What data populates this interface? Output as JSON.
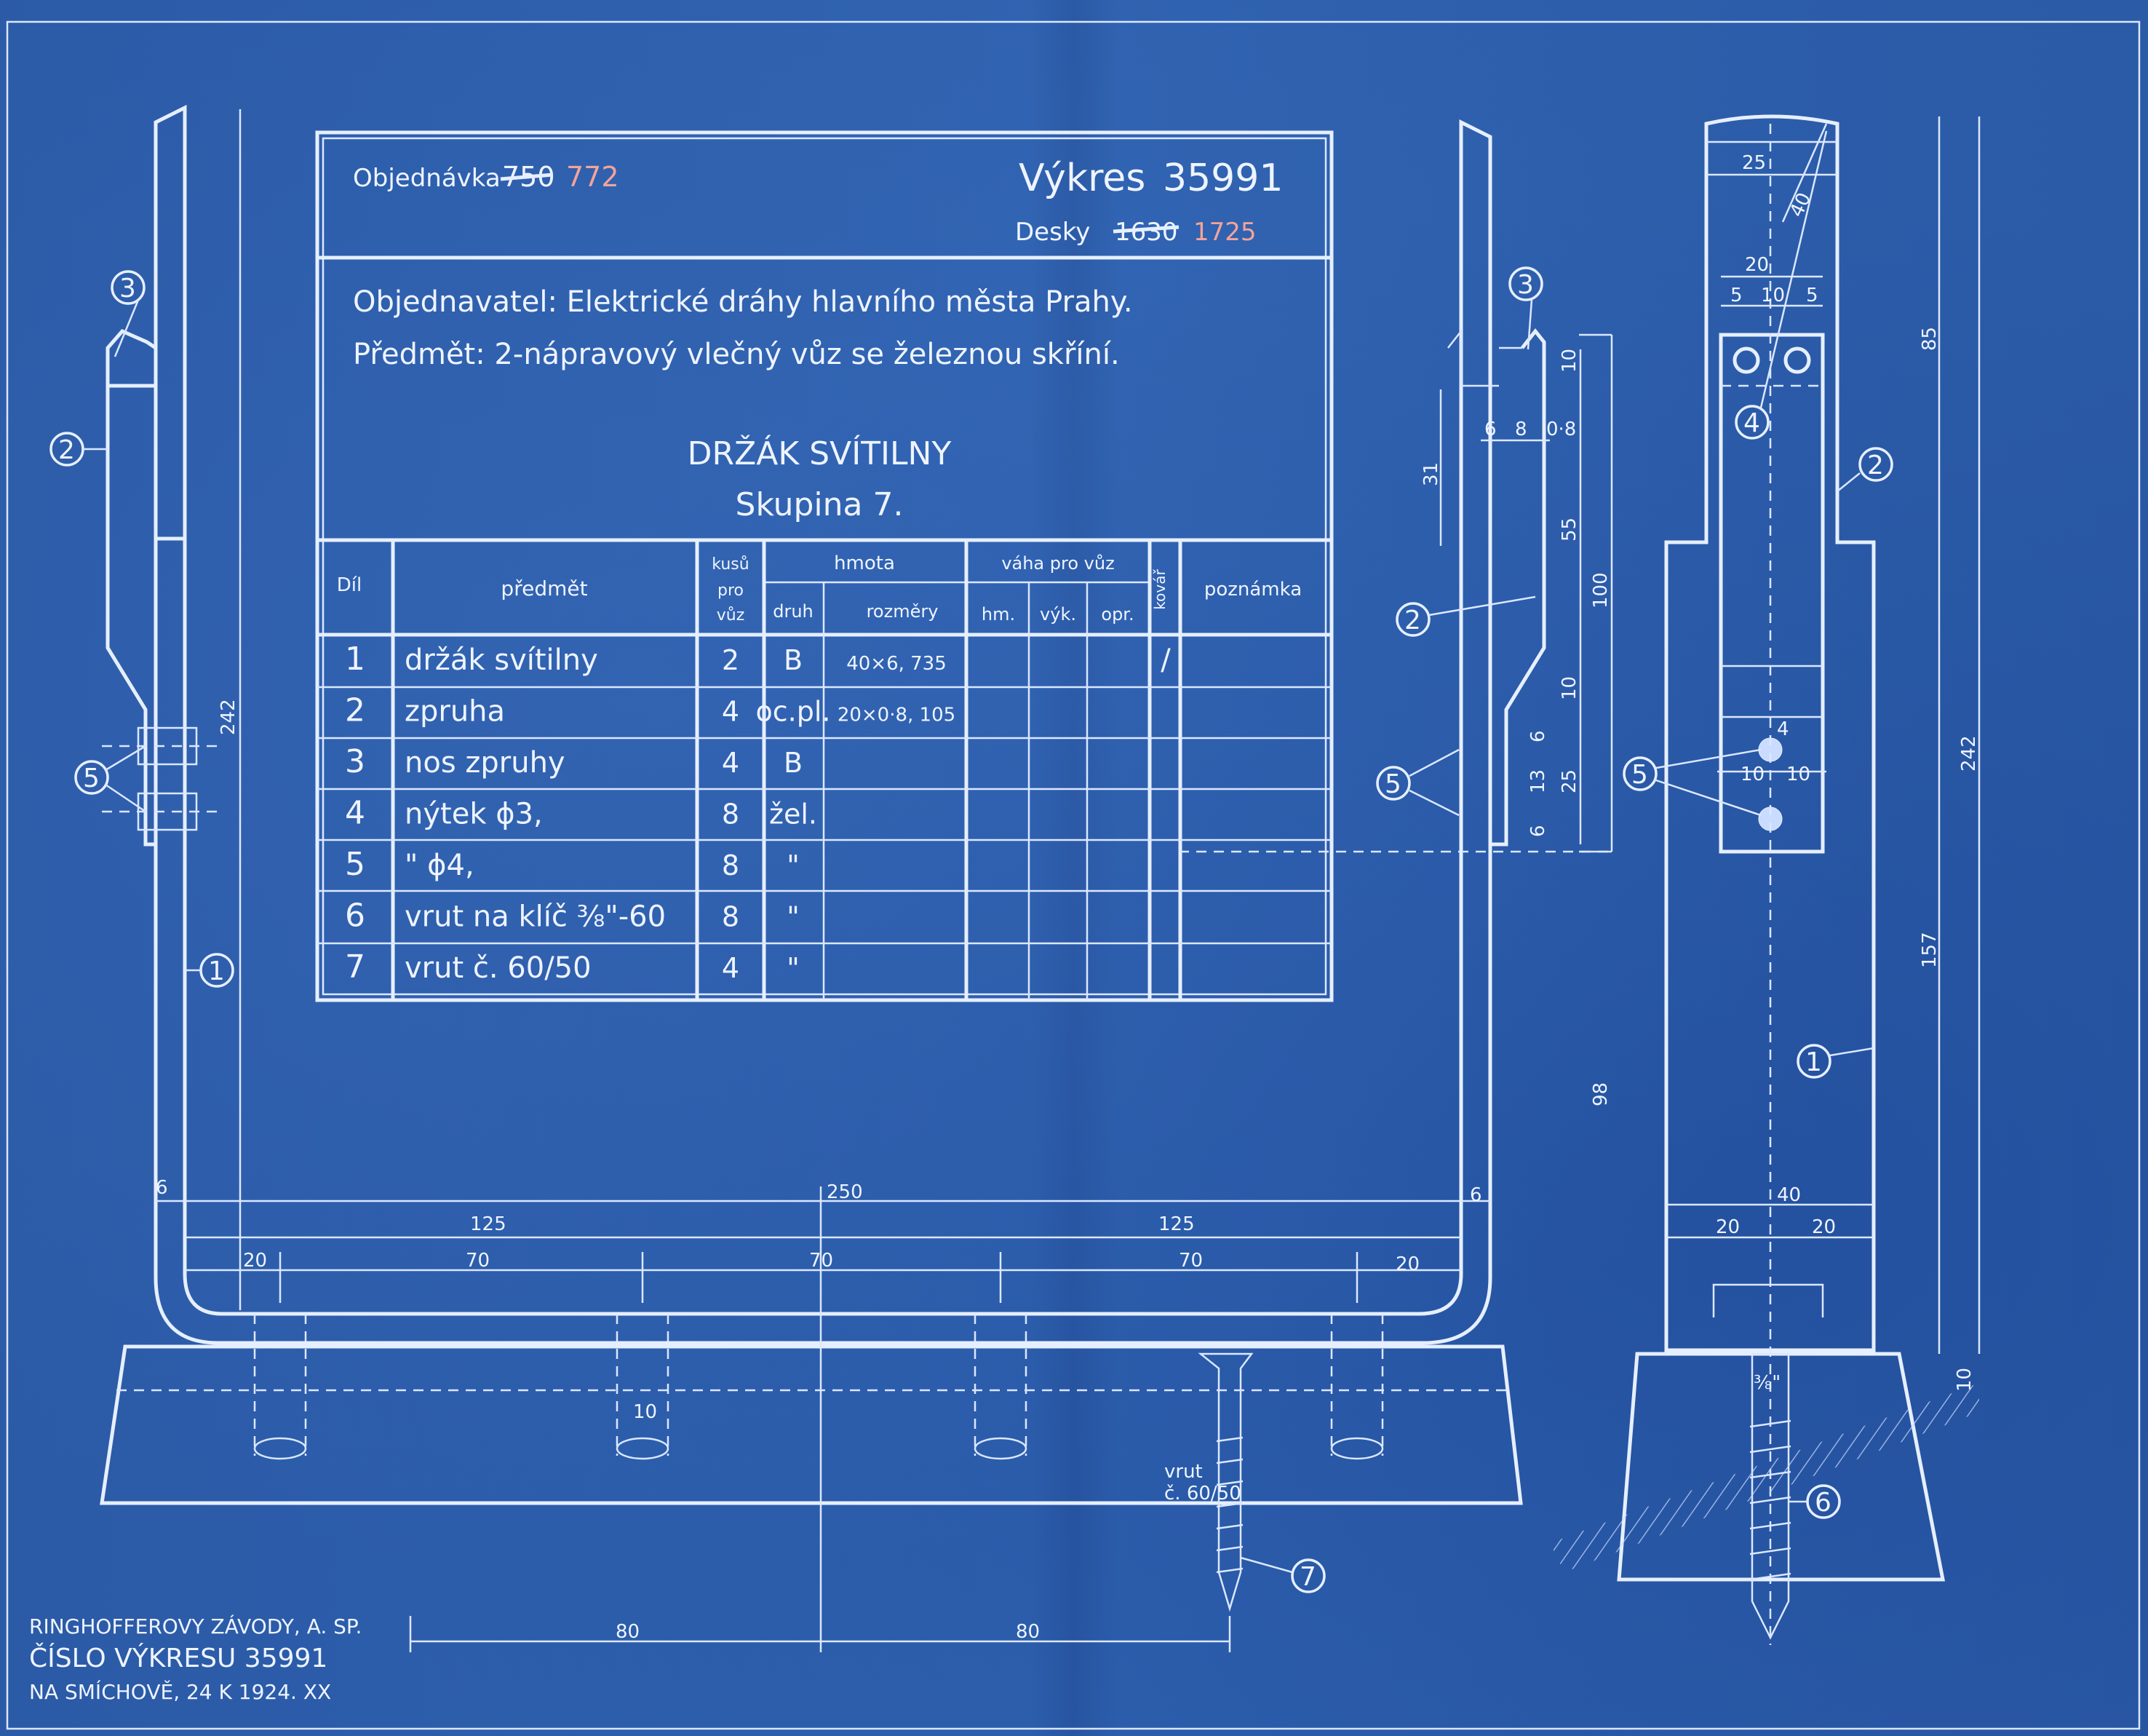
{
  "header": {
    "order_label": "Objednávka",
    "order_old": "750",
    "order_new": "772",
    "drawing_label": "Výkres",
    "drawing_number": "35991",
    "boards_label": "Desky",
    "boards_old": "1630",
    "boards_new": "1725"
  },
  "client_line": "Objednavatel: Elektrické dráhy hlavního města Prahy.",
  "subject_line": "Předmět: 2-nápravový vlečný vůz se železnou skříní.",
  "title": "DRŽÁK SVÍTILNY",
  "subtitle": "Skupina 7.",
  "table": {
    "headers": {
      "dil": "Díl",
      "predmet": "předmět",
      "kusu": [
        "kusů",
        "pro",
        "vůz"
      ],
      "hmota": "hmota",
      "druh": "druh",
      "rozmery": "rozměry",
      "vaha": "váha pro vůz",
      "hm": "hm.",
      "vyk": "výk.",
      "opr": "opr.",
      "kovar": "kovář",
      "poznamka": "poznámka"
    },
    "rows": [
      {
        "dil": "1",
        "predmet": "držák svítilny",
        "kusu": "2",
        "druh": "B",
        "rozmery": "40×6, 735",
        "kovar": "/"
      },
      {
        "dil": "2",
        "predmet": "zpruha",
        "kusu": "4",
        "druh": "oc.pl.",
        "rozmery": "20×0·8, 105",
        "kovar": ""
      },
      {
        "dil": "3",
        "predmet": "nos zpruhy",
        "kusu": "4",
        "druh": "B",
        "rozmery": "",
        "kovar": ""
      },
      {
        "dil": "4",
        "predmet": "nýtek ϕ3,",
        "kusu": "8",
        "druh": "žel.",
        "rozmery": "",
        "kovar": ""
      },
      {
        "dil": "5",
        "predmet": "\"   ϕ4,",
        "kusu": "8",
        "druh": "\"",
        "rozmery": "",
        "kovar": ""
      },
      {
        "dil": "6",
        "predmet": "vrut na klíč ⅜\"-60",
        "kusu": "8",
        "druh": "\"",
        "rozmery": "",
        "kovar": ""
      },
      {
        "dil": "7",
        "predmet": "vrut č. 60/50",
        "kusu": "4",
        "druh": "\"",
        "rozmery": "",
        "kovar": ""
      }
    ]
  },
  "dimensions": {
    "front_width": "250",
    "half_left": "125",
    "half_right": "125",
    "seg_20a": "20",
    "seg_70a": "70",
    "seg_70b": "70",
    "seg_70c": "70",
    "seg_20b": "20",
    "plate_left": "6",
    "plate_right": "6",
    "height_left": "242",
    "screw_spacing_a": "80",
    "screw_spacing_b": "80",
    "hole_ten": "10",
    "side_6": "6",
    "side_8": "8",
    "side_08": "0·8",
    "side_31": "31",
    "side_10a": "10",
    "side_55": "55",
    "side_100": "100",
    "side_10b": "10",
    "side_6b": "6",
    "side_13": "13",
    "side_25": "25",
    "side_6c": "6",
    "side_98": "98",
    "right_25": "25",
    "right_40": "40",
    "right_20": "20",
    "right_5a": "5",
    "right_10": "10",
    "right_5b": "5",
    "right_85": "85",
    "right_242": "242",
    "right_157": "157",
    "right_40w": "40",
    "right_20a": "20",
    "right_20b": "20",
    "right_10h": "10",
    "right_10b": "10",
    "right_4": "4",
    "right_10v": "10",
    "bolt_label": "⅜\"",
    "screw_label_1": "vrut",
    "screw_label_2": "č. 60/50"
  },
  "callouts": [
    "1",
    "2",
    "3",
    "4",
    "5",
    "6",
    "7"
  ],
  "footer": {
    "line1": "RINGHOFFEROVY ZÁVODY, A. SP.",
    "line2": "ČÍSLO VÝKRESU 35991",
    "line3": "NA SMÍCHOVĚ, 24 K 1924. XX"
  }
}
